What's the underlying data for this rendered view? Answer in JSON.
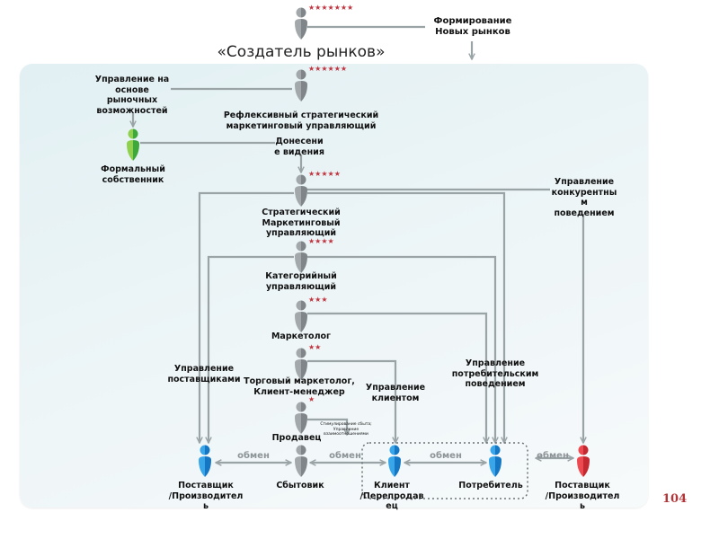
{
  "title": "«Создатель рынков»",
  "page_number": "104",
  "colors": {
    "role_gray": "#8e9396",
    "owner_green": "#6cbf3f",
    "actor_blue": "#1d8ad6",
    "competitor_red": "#d9333b",
    "connector": "#9aa3a6",
    "stars": "#c0343f"
  },
  "roles": [
    {
      "id": "market-creator",
      "label": "",
      "stars": "★★★★★★★",
      "rank": 7
    },
    {
      "id": "reflexive-strategic-manager",
      "label": "Рефлексивный стратегический\nмаркетинговый управляющий",
      "stars": "★★★★★★",
      "rank": 6
    },
    {
      "id": "formal-owner",
      "label": "Формальный\nсобственник",
      "stars": "",
      "rank": 0
    },
    {
      "id": "strategic-marketing-manager",
      "label": "Стратегический\nМаркетинговый\nуправляющий",
      "stars": "★★★★★",
      "rank": 5
    },
    {
      "id": "category-manager",
      "label": "Категорийный\nуправляющий",
      "stars": "★★★★",
      "rank": 4
    },
    {
      "id": "marketer",
      "label": "Маркетолог",
      "stars": "★★★",
      "rank": 3
    },
    {
      "id": "trade-marketer",
      "label": "Торговый маркетолог,\nКлиент-менеджер",
      "stars": "★★",
      "rank": 2
    },
    {
      "id": "seller",
      "label": "Продавец",
      "stars": "★",
      "rank": 1
    }
  ],
  "actors": [
    {
      "id": "supplier",
      "label": "Поставщик\n/Производител\nь"
    },
    {
      "id": "distributor",
      "label": "Сбытовик"
    },
    {
      "id": "client",
      "label": "Клиент\n/Перепродав\nец"
    },
    {
      "id": "consumer",
      "label": "Потребитель"
    },
    {
      "id": "competitor-supplier",
      "label": "Поставщик\n/Производител\nь"
    }
  ],
  "annotations": {
    "new_markets": "Формирование\nНовых рынков",
    "opportunity_management": "Управление на\nоснове\nрыночных\nвозможностей",
    "vision_delivery": "Донесени\nе видения",
    "competitive_behavior": "Управление\nконкурентны\nм\nповедением",
    "supplier_management": "Управление\nпоставщиками",
    "client_management": "Управление\nклиентом",
    "consumer_behavior": "Управление\nпотребительским\nповедением",
    "sales_promotion": "Стимулирование сбыта;\nУправление\nвзаимоотношениями"
  },
  "exchange_label": "обмен"
}
